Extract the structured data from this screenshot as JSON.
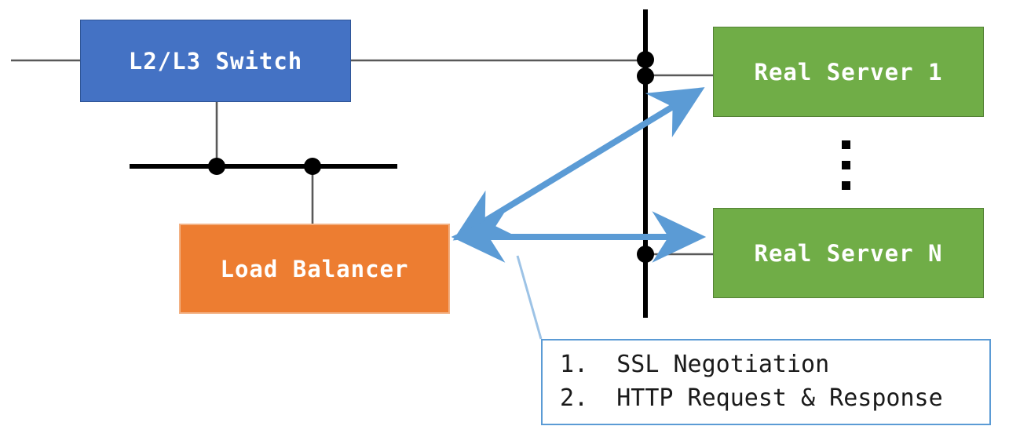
{
  "diagram": {
    "title": "Load Balancer SSL / HTTP flow network diagram",
    "background": "#ffffff",
    "nodes": {
      "switch": {
        "label": "L2/L3 Switch",
        "fill": "#4472C4",
        "stroke": "#2F5597",
        "text_color": "#FFFFFF"
      },
      "load_balancer": {
        "label": "Load Balancer",
        "fill": "#ED7D31",
        "stroke": "#F3B183",
        "text_color": "#FFFFFF"
      },
      "real_server_1": {
        "label": "Real Server 1",
        "fill": "#70AD47",
        "stroke": "#548235",
        "text_color": "#FFFFFF"
      },
      "real_server_n": {
        "label": "Real Server N",
        "fill": "#70AD47",
        "stroke": "#548235",
        "text_color": "#FFFFFF"
      }
    },
    "ellipsis": {
      "name": "vertical-ellipsis",
      "dots": 3,
      "color": "#000000"
    },
    "links": {
      "wire_color": "#595959",
      "bus_color": "#000000",
      "junction_color": "#000000",
      "arrow_color": "#5B9BD5",
      "leader_color": "#9DC3E6"
    },
    "arrows": [
      {
        "name": "lb-to-real-server-1",
        "style": "double-headed",
        "color": "#5B9BD5"
      },
      {
        "name": "lb-to-real-server-n",
        "style": "double-headed",
        "color": "#5B9BD5"
      }
    ],
    "legend": {
      "border_color": "#5B9BD5",
      "items": [
        "1.  SSL Negotiation",
        "2.  HTTP Request & Response"
      ]
    }
  }
}
